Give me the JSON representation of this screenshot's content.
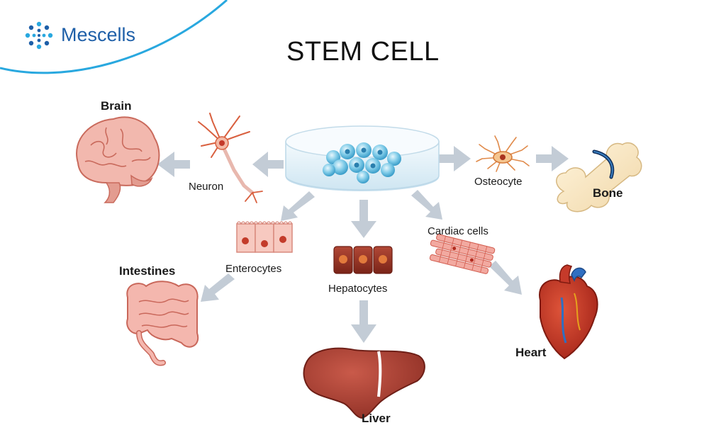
{
  "brand": {
    "name": "Mescells",
    "logo_icon": "mescells-dots-logo-icon",
    "color": "#1e5fa8",
    "accent": "#29a8df"
  },
  "title": "STEM CELL",
  "source": {
    "icon": "petri-dish-icon"
  },
  "cells": {
    "neuron": "Neuron",
    "osteocyte": "Osteocyte",
    "enterocytes": "Enterocytes",
    "hepatocytes": "Hepatocytes",
    "cardiac": "Cardiac cells"
  },
  "organs": {
    "brain": "Brain",
    "bone": "Bone",
    "intestines": "Intestines",
    "liver": "Liver",
    "heart": "Heart"
  },
  "colors": {
    "arrow": "#c3ccd6",
    "organ_red": "#a8322a",
    "tissue_pink": "#f2b8ae",
    "dish": "#d8ecf6"
  }
}
